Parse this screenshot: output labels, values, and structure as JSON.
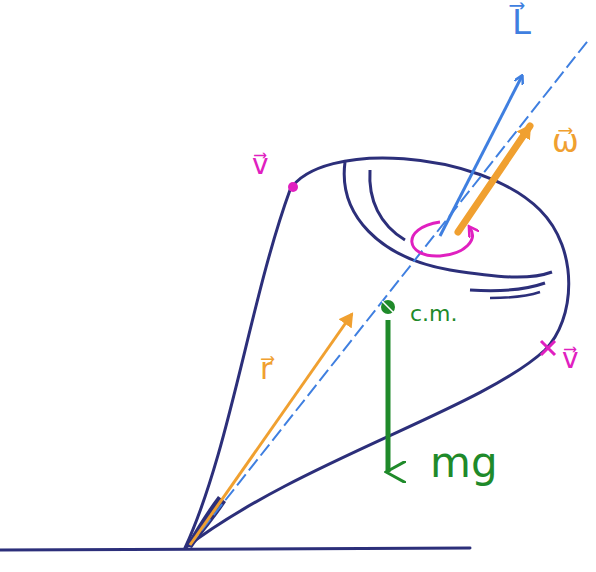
{
  "diagram": {
    "labels": [
      "L⃗",
      "ω⃗",
      "v⃗",
      "v⃗",
      "c.m.",
      "r⃗",
      "mg"
    ]
  }
}
